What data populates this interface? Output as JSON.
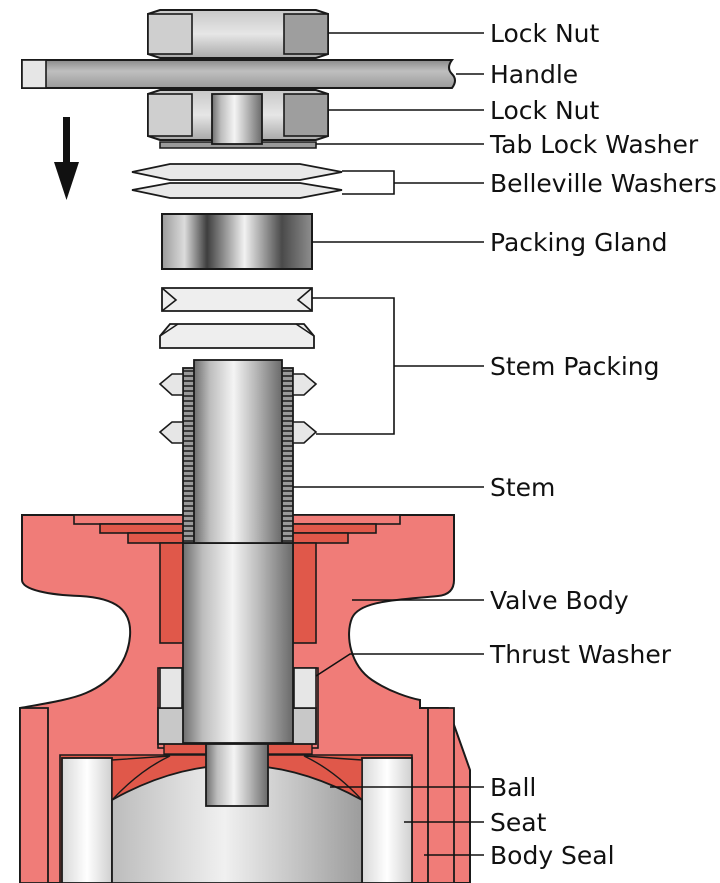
{
  "labels": {
    "lock_nut_top": "Lock Nut",
    "handle": "Handle",
    "lock_nut_bottom": "Lock Nut",
    "tab_lock_washer": "Tab Lock Washer",
    "belleville_washers": "Belleville Washers",
    "packing_gland": "Packing Gland",
    "stem_packing": "Stem Packing",
    "stem": "Stem",
    "valve_body": "Valve Body",
    "thrust_washer": "Thrust Washer",
    "ball": "Ball",
    "seat": "Seat",
    "body_seal": "Body Seal"
  },
  "colors": {
    "valve_body": "#f07c78",
    "valve_body_dark": "#e0584a",
    "metal_light": "#eeeeee",
    "metal_mid": "#bdbdbd",
    "metal_dark": "#7c7c7c",
    "outline": "#1a1a1a"
  },
  "icons": {
    "direction_arrow": "arrow-down-icon"
  }
}
